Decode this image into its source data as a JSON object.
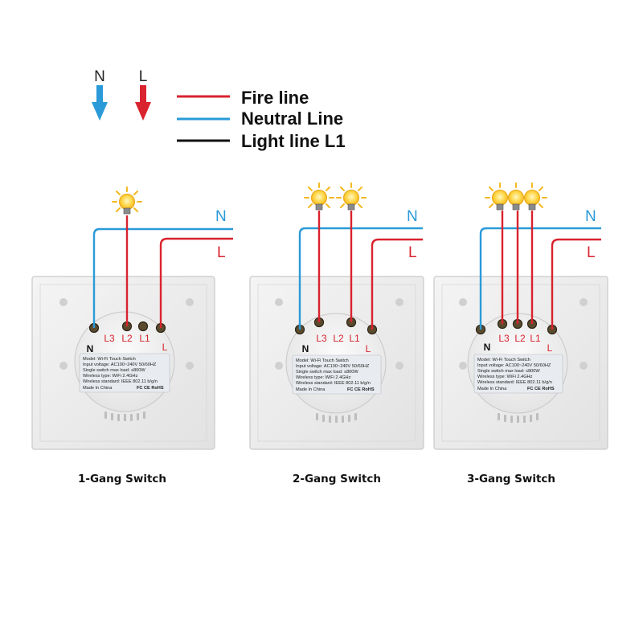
{
  "arrows": {
    "neutral": {
      "letter": "N",
      "color": "#2a9ad8"
    },
    "fire": {
      "letter": "L",
      "color": "#d9232e"
    }
  },
  "legend": [
    {
      "label": "Fire line",
      "color": "#d9232e"
    },
    {
      "label": "Neutral Line",
      "color": "#2a9ad8"
    },
    {
      "label": "Light line L1",
      "color": "#111111"
    }
  ],
  "colors": {
    "fire": "#d9232e",
    "neutral": "#2a9ad8"
  },
  "line_labels": {
    "n": "N",
    "l": "L"
  },
  "terminals": {
    "n": "N",
    "l3": "L3",
    "l2": "L2",
    "l1": "L1",
    "l": "L"
  },
  "device_label": {
    "line1": "Model:  Wi-Fi Touch Switch",
    "line2": "Input voltage:  AC100~240V  50/60HZ",
    "line3": "Single switch max load:  ≤800W",
    "line4": "Wireless type:  WiFi 2.4GHz",
    "line5": "Wireless standard:  IEEE 802.11 b/g/n",
    "line6": "Made In China",
    "cert": "FC  CE  RoHS"
  },
  "switches": [
    {
      "caption": "1-Gang Switch",
      "gangs": 1
    },
    {
      "caption": "2-Gang Switch",
      "gangs": 2
    },
    {
      "caption": "3-Gang Switch",
      "gangs": 3
    }
  ]
}
